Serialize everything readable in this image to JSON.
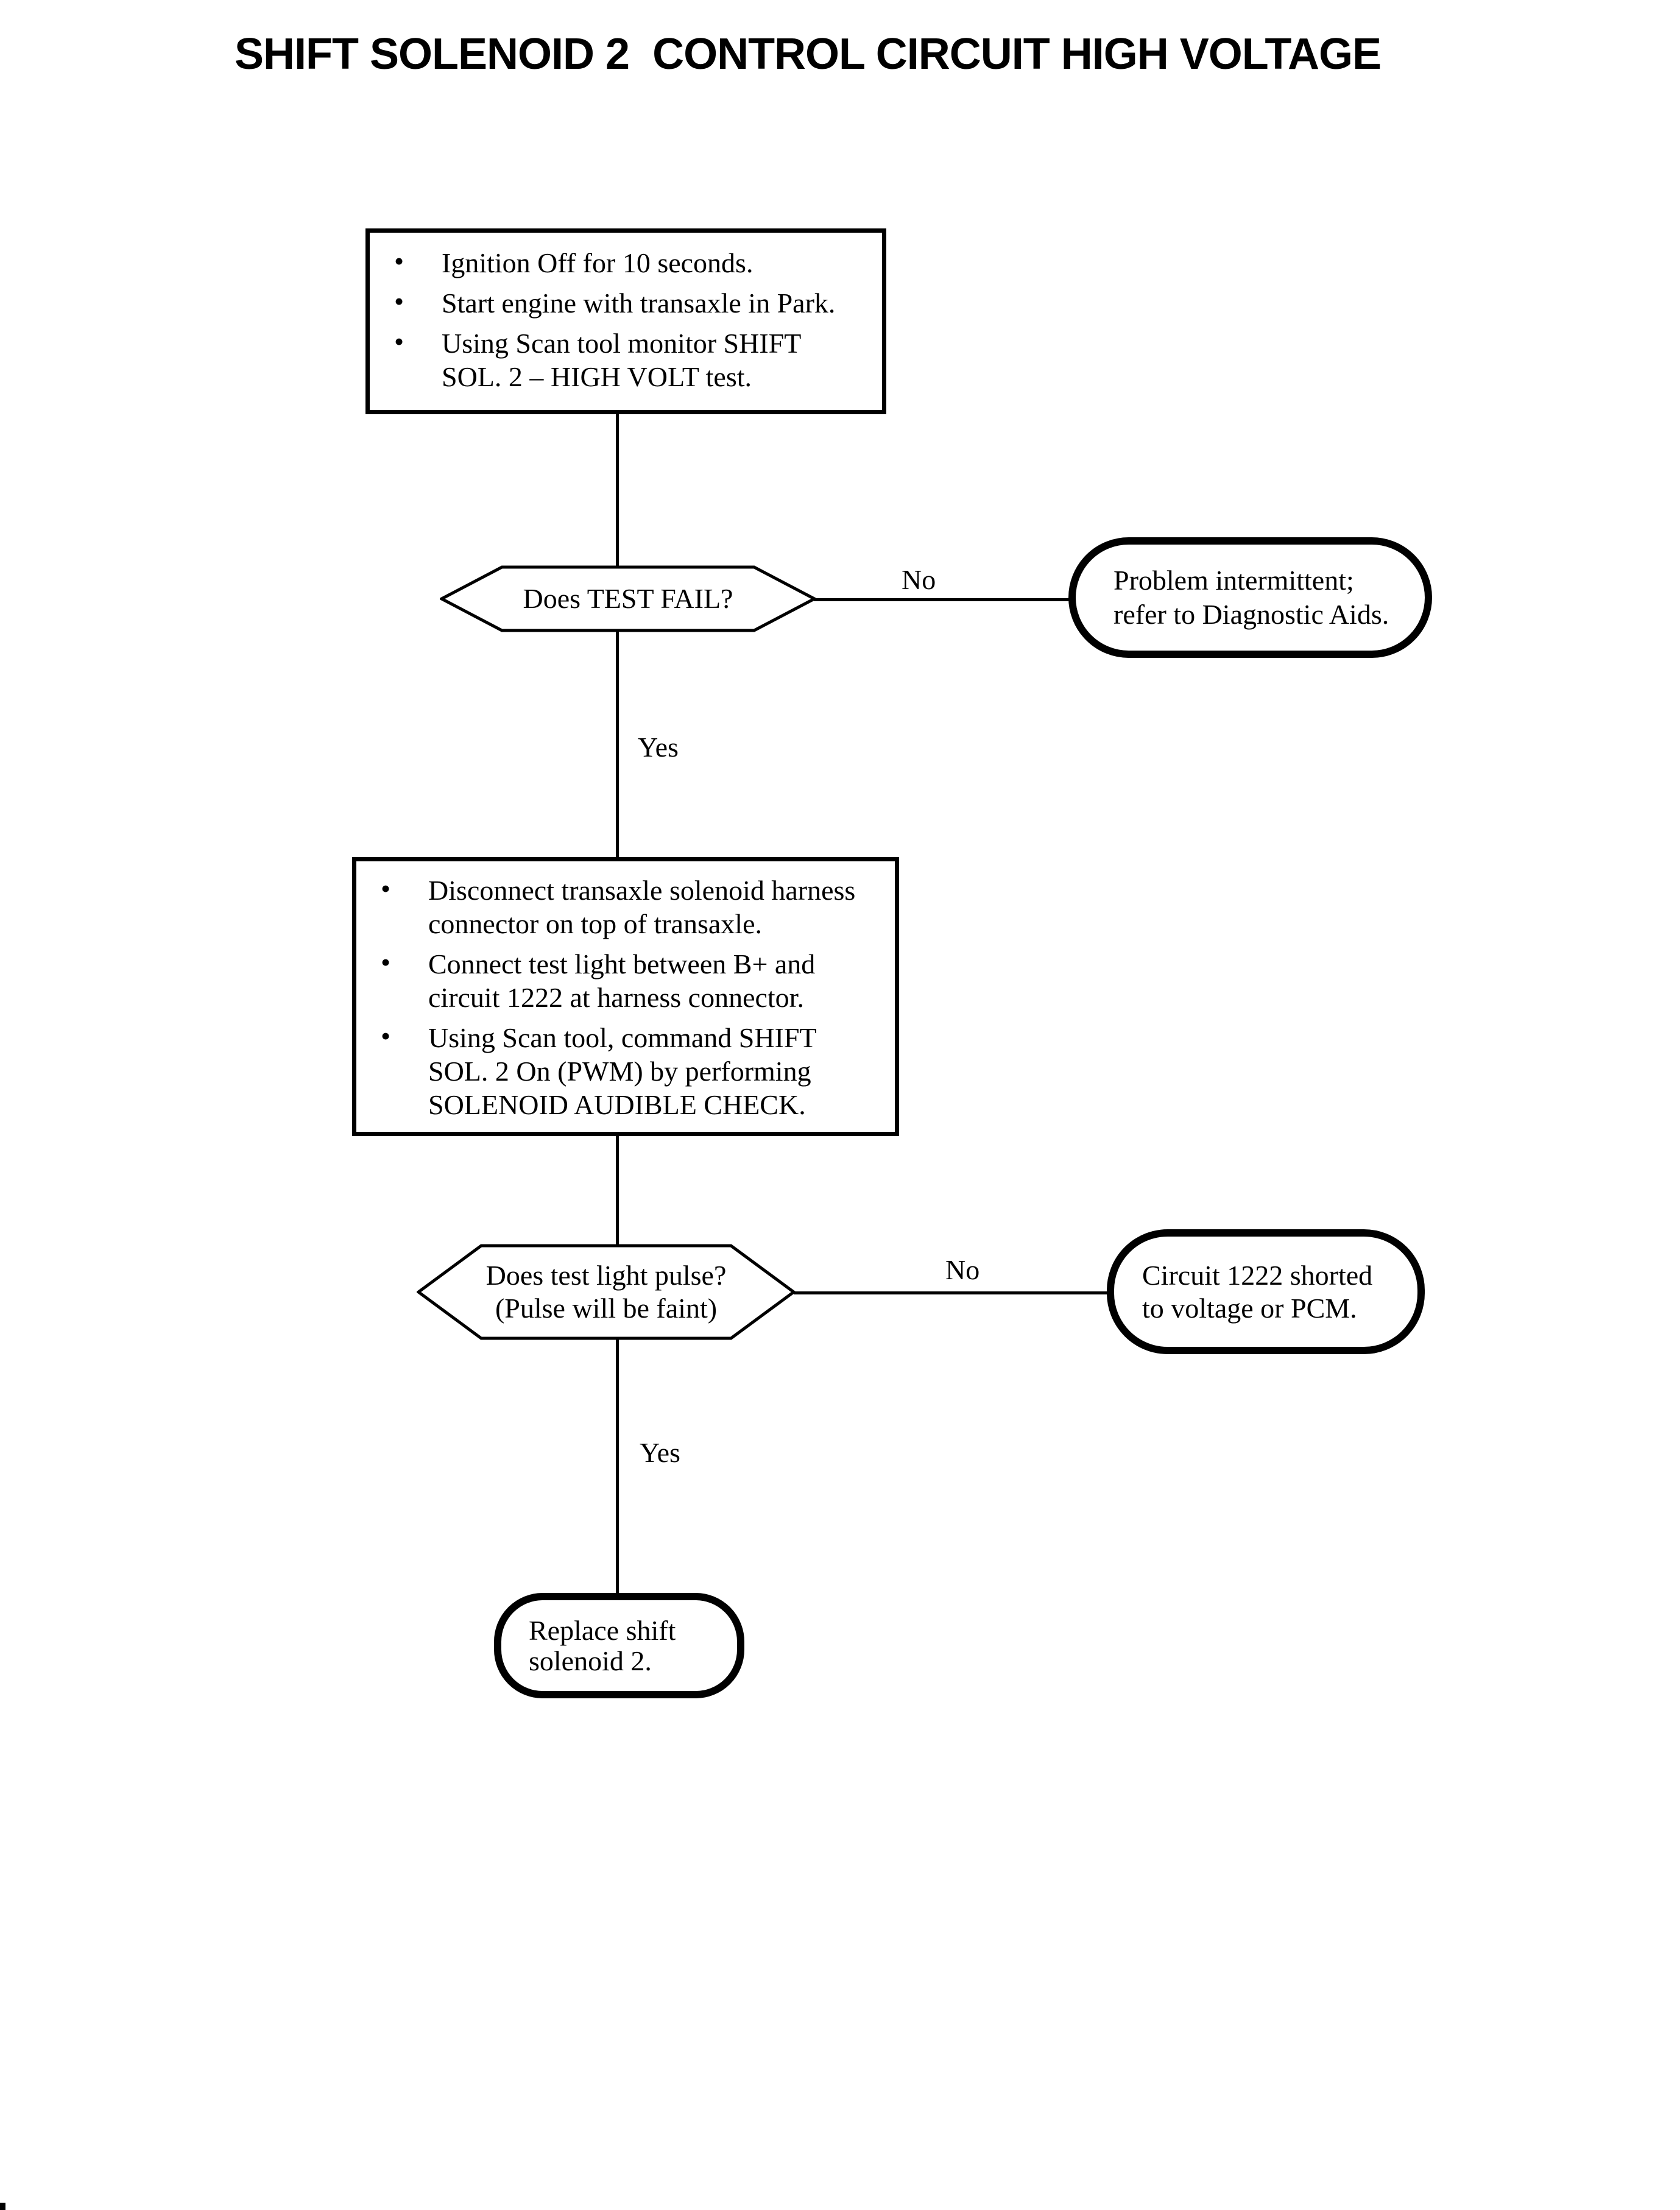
{
  "title": "SHIFT SOLENOID 2  CONTROL CIRCUIT HIGH VOLTAGE",
  "colors": {
    "ink": "#000000",
    "background": "#ffffff"
  },
  "flowchart": {
    "step1": {
      "bullet_glyph": "•",
      "items": [
        "Ignition Off for 10 seconds.",
        "Start engine with transaxle in Park.",
        "Using Scan tool monitor SHIFT\nSOL. 2 – HIGH VOLT test."
      ]
    },
    "decision1": {
      "question": "Does TEST FAIL?",
      "no_label": "No",
      "yes_label": "Yes"
    },
    "result_no1": {
      "text": "Problem intermittent;\nrefer to Diagnostic Aids."
    },
    "step2": {
      "bullet_glyph": "•",
      "items": [
        "Disconnect transaxle solenoid harness\nconnector on top of transaxle.",
        "Connect test light between B+ and\ncircuit 1222 at harness connector.",
        "Using Scan tool, command  SHIFT\nSOL. 2 On (PWM) by performing\nSOLENOID AUDIBLE CHECK."
      ]
    },
    "decision2": {
      "question": "Does test light pulse?\n(Pulse will be faint)",
      "no_label": "No",
      "yes_label": "Yes"
    },
    "result_no2": {
      "text": "Circuit 1222 shorted\nto voltage or PCM."
    },
    "result_yes": {
      "text": "Replace shift\nsolenoid 2."
    }
  }
}
